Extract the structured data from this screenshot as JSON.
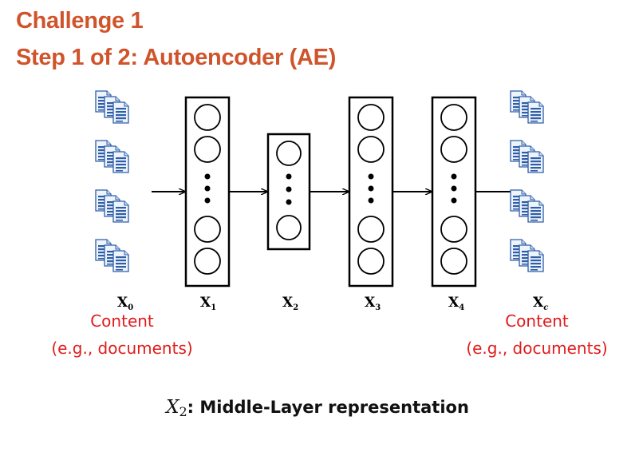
{
  "title_line1": "Challenge 1",
  "title_line2": "Step 1 of 2: Autoencoder (AE)",
  "layers": [
    {
      "base": "X",
      "sub": "0"
    },
    {
      "base": "X",
      "sub": "1"
    },
    {
      "base": "X",
      "sub": "2"
    },
    {
      "base": "X",
      "sub": "3"
    },
    {
      "base": "X",
      "sub": "4"
    },
    {
      "base": "X",
      "sub": "c"
    }
  ],
  "input_label": {
    "line1": "Content",
    "line2": "(e.g., documents)"
  },
  "output_label": {
    "line1": "Content",
    "line2": "(e.g., documents)"
  },
  "caption": {
    "var": "X",
    "var_sub": "2",
    "text": ": Middle-Layer representation"
  },
  "colors": {
    "title": "#d0542b",
    "red_text": "#e11b1b",
    "doc_blue": "#2f5ea7",
    "doc_light": "#e8f0fb"
  },
  "icons": {
    "document": "document-stack-icon",
    "neuron": "neuron-circle-icon"
  }
}
